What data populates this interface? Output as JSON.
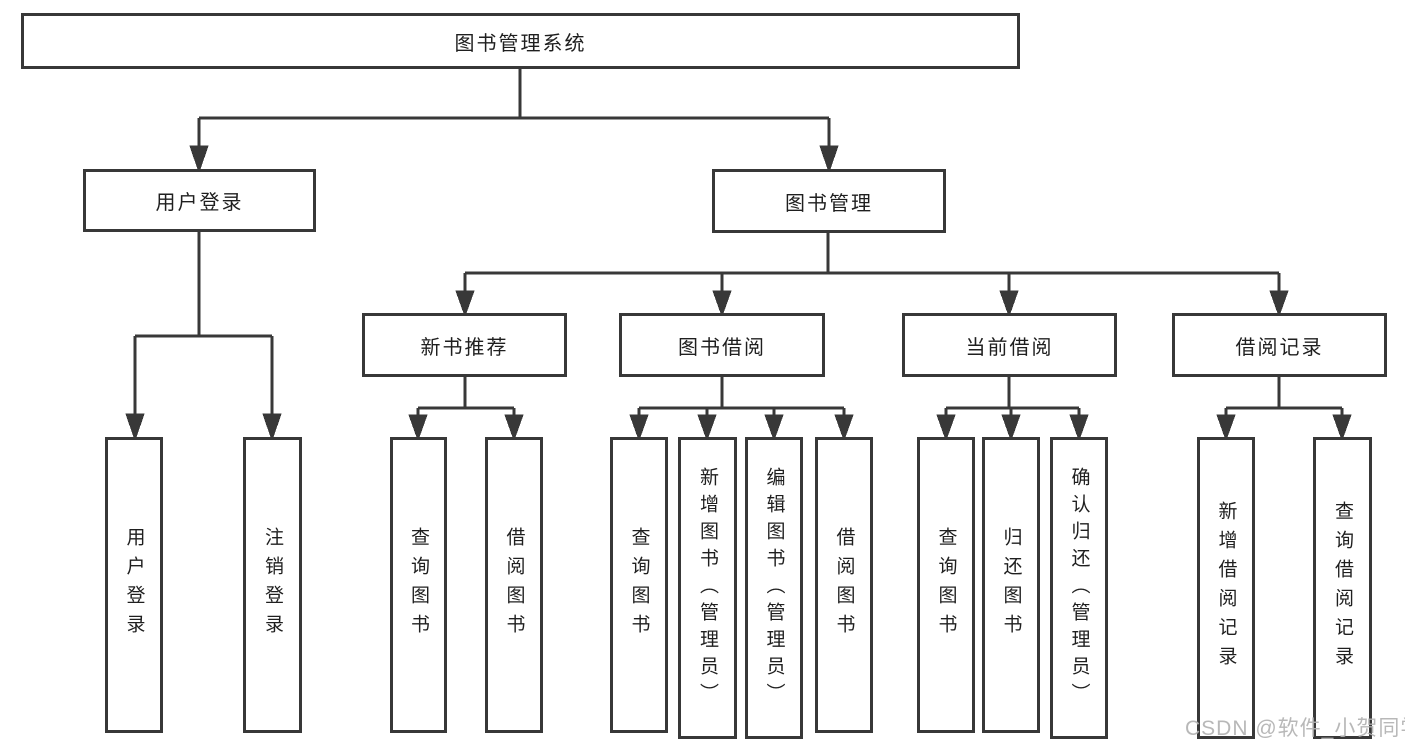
{
  "diagram": {
    "type": "tree",
    "title": "图书管理系统"
  },
  "nodes": {
    "root": {
      "label": "图书管理系统"
    },
    "level2": [
      {
        "label": "用户登录",
        "parent": "图书管理系统"
      },
      {
        "label": "图书管理",
        "parent": "图书管理系统"
      }
    ],
    "level3": [
      {
        "label": "新书推荐",
        "parent": "图书管理"
      },
      {
        "label": "图书借阅",
        "parent": "图书管理"
      },
      {
        "label": "当前借阅",
        "parent": "图书管理"
      },
      {
        "label": "借阅记录",
        "parent": "图书管理"
      }
    ],
    "leaves": [
      {
        "label": "用户登录",
        "parent": "用户登录"
      },
      {
        "label": "注销登录",
        "parent": "用户登录"
      },
      {
        "label": "查询图书",
        "parent": "新书推荐"
      },
      {
        "label": "借阅图书",
        "parent": "新书推荐"
      },
      {
        "label": "查询图书",
        "parent": "图书借阅"
      },
      {
        "label": "新增图书（管理员）",
        "parent": "图书借阅"
      },
      {
        "label": "编辑图书（管理员）",
        "parent": "图书借阅"
      },
      {
        "label": "借阅图书",
        "parent": "图书借阅"
      },
      {
        "label": "查询图书",
        "parent": "当前借阅"
      },
      {
        "label": "归还图书",
        "parent": "当前借阅"
      },
      {
        "label": "确认归还（管理员）",
        "parent": "当前借阅"
      },
      {
        "label": "新增借阅记录",
        "parent": "借阅记录"
      },
      {
        "label": "查询借阅记录",
        "parent": "借阅记录"
      }
    ]
  },
  "colors": {
    "line": "#383838",
    "box_border": "#383838",
    "box_fill": "#ffffff",
    "text": "#1f1f1f",
    "watermark": "#b3b3b3"
  },
  "watermark": {
    "text": "CSDN @软件_小贺同学"
  }
}
